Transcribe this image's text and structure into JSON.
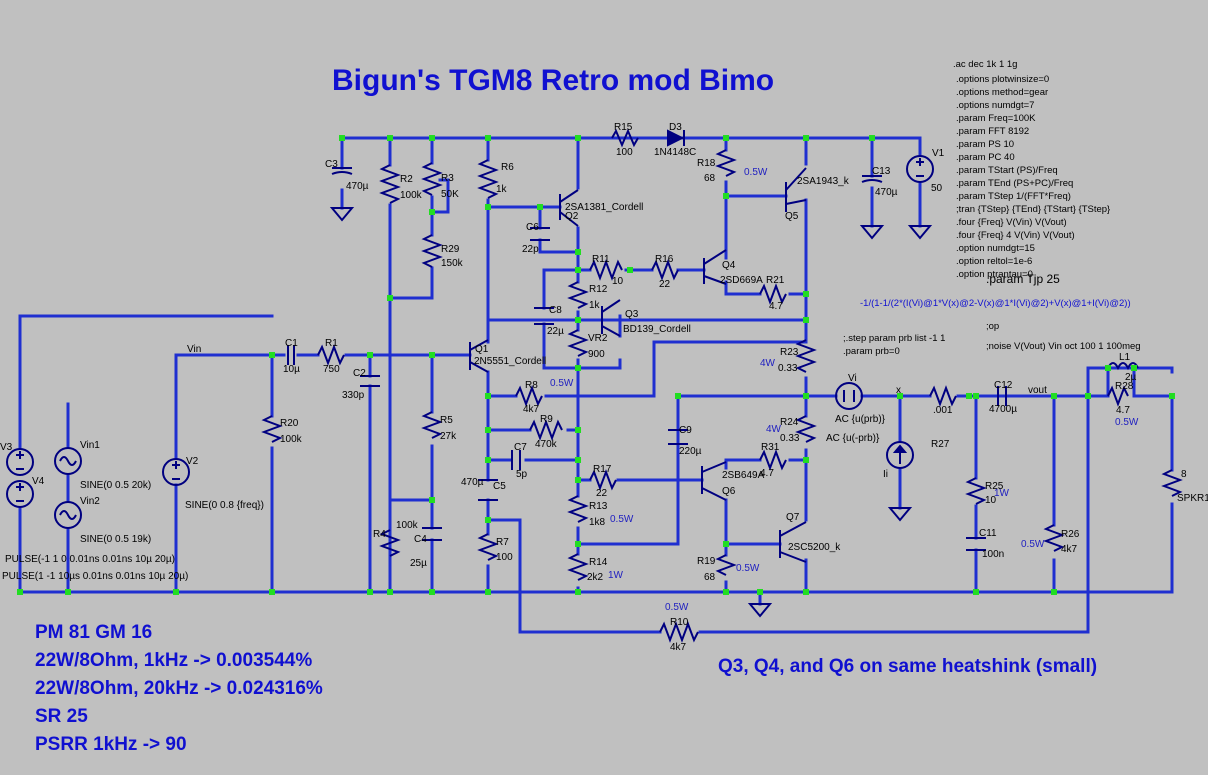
{
  "title": "Bigun's TGM8 Retro mod Bimo",
  "spice": [
    ".ac dec 1k 1 1g",
    ".options plotwinsize=0",
    ".options method=gear",
    ".options numdgt=7",
    ".param Freq=100K",
    ".param FFT 8192",
    ".param PS 10",
    ".param PC 40",
    ".param TStart (PS)/Freq",
    ".param TEnd (PS+PC)/Freq",
    ".param TStep 1/(FFT*Freq)",
    ";tran {TStep} {TEnd} {TStart} {TStep}",
    ".four {Freq} V(Vin) V(Vout)",
    ".four {Freq} 4 V(Vin) V(Vout)",
    ".option numdgt=15",
    ".option reltol=1e-6",
    ".option ptrantau=0"
  ],
  "tjp": ".param Tjp 25",
  "equation": "-1/(1-1/(2*(I(Vi)@1*V(x)@2-V(x)@1*I(Vi)@2)+V(x)@1+I(Vi)@2))",
  "op": ";op",
  "step": [
    ";.step param prb list -1 1",
    ".param prb=0"
  ],
  "noise": ";noise V(Vout) Vin oct 100 1 100meg",
  "results": [
    "PM 81 GM 16",
    "22W/8Ohm, 1kHz   -> 0.003544%",
    "22W/8Ohm, 20kHz -> 0.024316%",
    "SR 25",
    "PSRR 1kHz -> 90"
  ],
  "heatsink_note": "Q3, Q4, and Q6 on same heatshink (small)",
  "nets": {
    "vin": "Vin",
    "x": "x",
    "vout": "vout"
  },
  "labels": {
    "c3": "C3",
    "c3v": "470µ",
    "r2": "R2",
    "r2v": "100k",
    "r3": "R3",
    "r3v": "50K",
    "r29": "R29",
    "r29v": "150k",
    "r6": "R6",
    "r6v": "1k",
    "q2": "Q2",
    "q2t": "2SA1381_Cordell",
    "c6": "C6",
    "c6v": "22p",
    "r15": "R15",
    "r15v": "100",
    "d3": "D3",
    "d3t": "1N4148C",
    "r18": "R18",
    "r18v": "68",
    "q5": "Q5",
    "q5t": "2SA1943_k",
    "c13": "C13",
    "c13v": "470µ",
    "v1": "V1",
    "v1v": "50",
    "r11": "R11",
    "r11v": "10",
    "r16": "R16",
    "r16v": "22",
    "q4": "Q4",
    "q4t": "2SD669A",
    "r21": "R21",
    "r21v": "4.7",
    "r12": "R12",
    "r12v": "1k",
    "c8": "C8",
    "c8v": "22µ",
    "vr2": "VR2",
    "vr2v": "900",
    "q3": "Q3",
    "q3t": "BD139_Cordell",
    "r23": "R23",
    "r23v": "0.33",
    "q1": "Q1",
    "q1t": "2N5551_Cordell",
    "c1": "C1",
    "c1v": "10µ",
    "r1": "R1",
    "r1v": "750",
    "c2": "C2",
    "c2v": "330p",
    "r8": "R8",
    "r8v": "4k7",
    "vi": "Vi",
    "vi_ac": "AC {u(prb)}",
    "r27": "R27",
    "r27v": ".001",
    "c12": "C12",
    "c12v": "4700µ",
    "l1": "L1",
    "l1v": "2µ",
    "r28": "R28",
    "r28v": "4.7",
    "r20": "R20",
    "r20v": "100k",
    "r5": "R5",
    "r5v": "27k",
    "r9": "R9",
    "r9v": "470k",
    "c9": "C9",
    "c9v": "220µ",
    "r24": "R24",
    "r24v": "0.33",
    "ii": "Ii",
    "ii_ac": "AC {u(-prb)}",
    "r31": "R31",
    "r31v": "4.7",
    "v3": "V3",
    "v4": "V4",
    "vin1": "Vin1",
    "vin2": "Vin2",
    "v2": "V2",
    "sine1": "SINE(0 0.5 20k)",
    "sine2": "SINE(0 0.5 19k)",
    "sine3": "SINE(0 0.8 {freq})",
    "c7": "C7",
    "c7v": "5p",
    "c5": "C5",
    "c5v": "470µ",
    "r17": "R17",
    "r17v": "22",
    "q6": "Q6",
    "q6t": "2SB649A",
    "r25": "R25",
    "r25v": "10",
    "r26": "R26",
    "r26v": "4k7",
    "spkr": "SPKR1",
    "spkrv": "8",
    "r13": "R13",
    "r13v": "1k8",
    "r4": "R4",
    "r4v": "100k",
    "c4": "C4",
    "c4v": "25µ",
    "r7": "R7",
    "r7v": "100",
    "q7": "Q7",
    "q7t": "2SC5200_k",
    "c11": "C11",
    "c11v": "100n",
    "r14": "R14",
    "r14v": "2k2",
    "r19": "R19",
    "r19v": "68",
    "pulse1": "PULSE(-1 1 0 0.01ns 0.01ns 10µ 20µ)",
    "pulse2": "PULSE(1 -1 10µs 0.01ns 0.01ns 10µ 20µ)",
    "r10": "R10",
    "r10v": "4k7"
  },
  "power": {
    "r18": "0.5W",
    "r8": "0.5W",
    "r23": "4W",
    "r24": "4W",
    "r13": "0.5W",
    "r14": "1W",
    "r19": "0.5W",
    "r10": "0.5W",
    "r25": "1W",
    "r26": "0.5W",
    "r28": "0.5W"
  }
}
